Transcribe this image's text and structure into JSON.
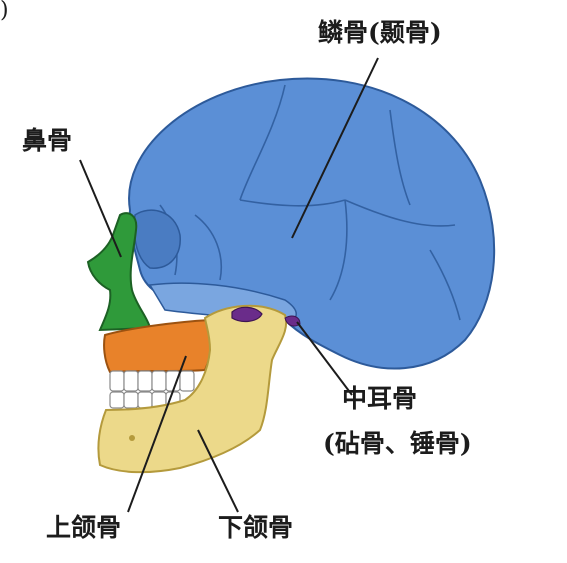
{
  "corner_mark": ")",
  "labels": {
    "squamosal": "鳞骨(颞骨)",
    "nasal": "鼻骨",
    "middle_ear": "中耳骨",
    "middle_ear_detail": "(砧骨、锤骨)",
    "maxilla": "上颌骨",
    "mandible": "下颌骨"
  },
  "colors": {
    "cranium": "#5b8fd6",
    "nasal": "#2f9a3a",
    "maxilla": "#e8822a",
    "mandible": "#ecd98a",
    "ossicles": "#6a2c8a"
  }
}
